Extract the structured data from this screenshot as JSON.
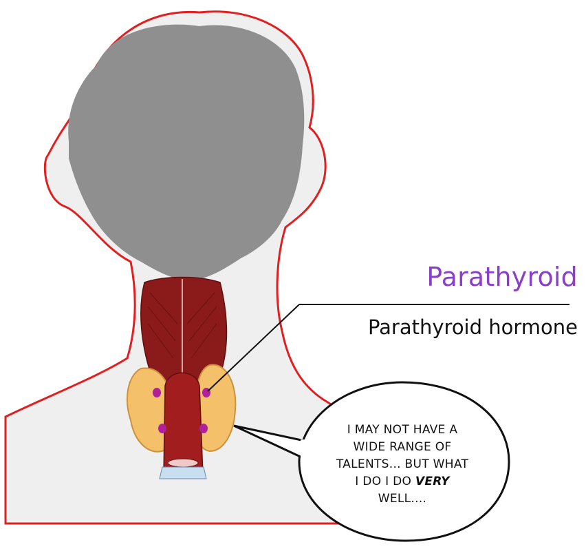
{
  "heading": {
    "title": "Parathyroid",
    "subtitle": "Parathyroid hormone"
  },
  "speech_bubble": {
    "line1": "I may not have a",
    "line2": "wide range of",
    "line3": "talents... but what",
    "line4_prefix": "I do I do",
    "line4_emphasis": "VERY",
    "line5": "WELL...."
  },
  "colors": {
    "title": "#8a3fc9",
    "outline": "#e02020",
    "hair": "#8f8f8f",
    "muscle": "#8b1a1a",
    "gland": "#f5c06a",
    "parathyroid_dot": "#b0209a"
  }
}
